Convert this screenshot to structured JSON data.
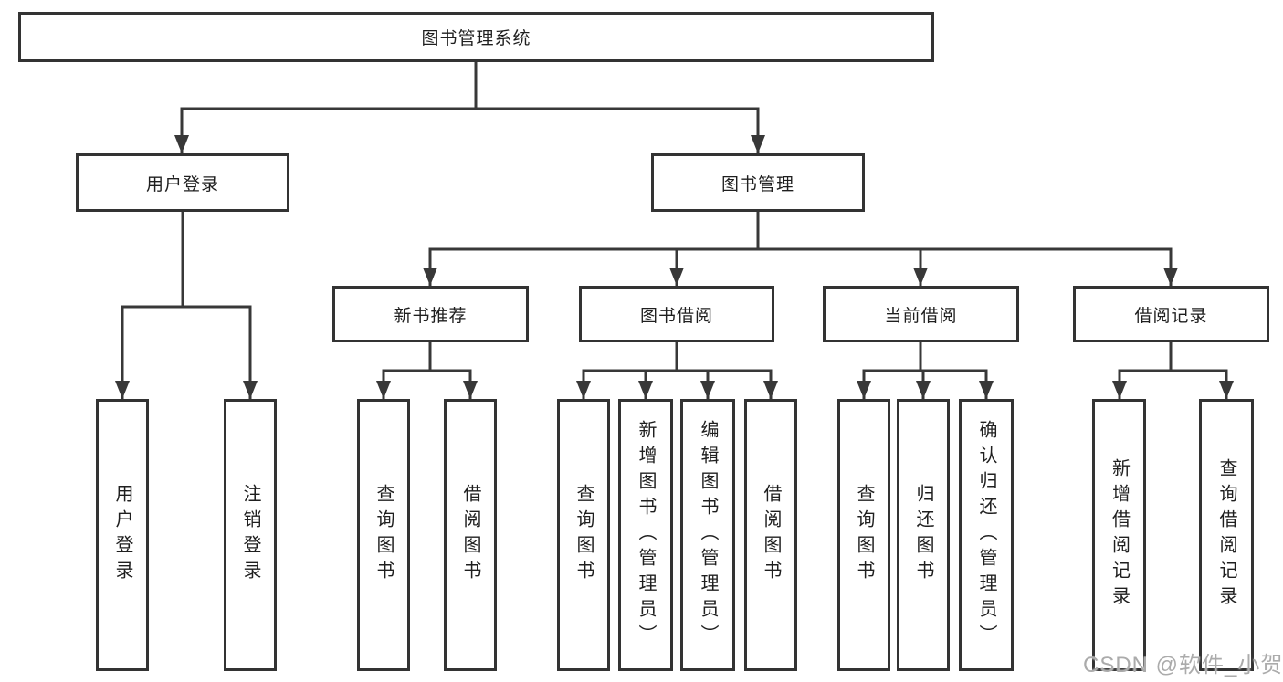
{
  "diagram_title": "图书管理系统",
  "colors": {
    "line": "#383838",
    "box_border": "#333333",
    "box_fill": "#ffffff",
    "text": "#1f1f1f",
    "watermark": "#ababab"
  },
  "nodes": {
    "root": "图书管理系统",
    "user_login": "用户登录",
    "book_mgmt": "图书管理",
    "new_book_rec": "新书推荐",
    "book_borrow": "图书借阅",
    "current_borrow": "当前借阅",
    "borrow_record": "借阅记录",
    "leaf_user_login": "用户登录",
    "leaf_logout": "注销登录",
    "leaf_query_book_new": "查询图书",
    "leaf_borrow_book_new": "借阅图书",
    "leaf_query_book_borrow": "查询图书",
    "leaf_add_book": "新增图书（管理员）",
    "leaf_edit_book": "编辑图书（管理员）",
    "leaf_borrow_book_borrow": "借阅图书",
    "leaf_query_book_current": "查询图书",
    "leaf_return_book": "归还图书",
    "leaf_confirm_return": "确认归还（管理员）",
    "leaf_add_record": "新增借阅记录",
    "leaf_query_record": "查询借阅记录"
  },
  "tree": {
    "图书管理系统": {
      "用户登录": [
        "用户登录",
        "注销登录"
      ],
      "图书管理": {
        "新书推荐": [
          "查询图书",
          "借阅图书"
        ],
        "图书借阅": [
          "查询图书",
          "新增图书（管理员）",
          "编辑图书（管理员）",
          "借阅图书"
        ],
        "当前借阅": [
          "查询图书",
          "归还图书",
          "确认归还（管理员）"
        ],
        "借阅记录": [
          "新增借阅记录",
          "查询借阅记录"
        ]
      }
    }
  },
  "watermark": "CSDN @软件_小贺同学"
}
